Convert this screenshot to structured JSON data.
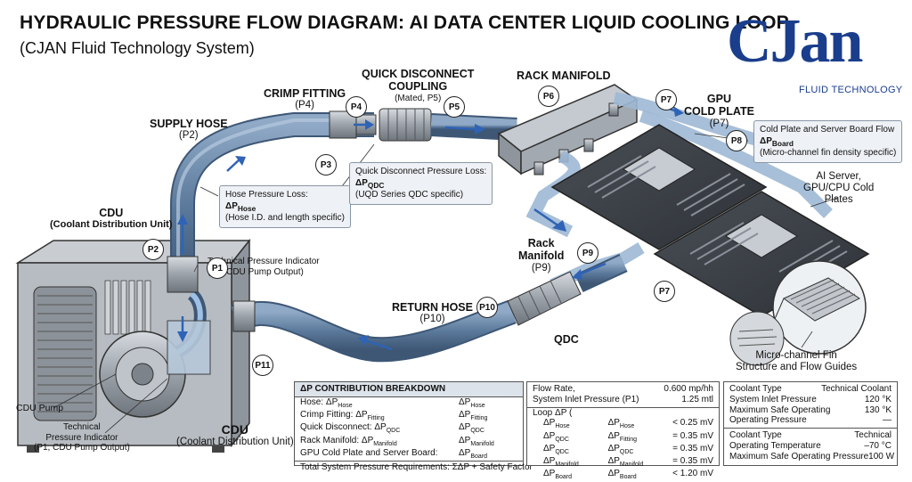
{
  "title": "HYDRAULIC PRESSURE FLOW DIAGRAM: AI DATA CENTER LIQUID COOLING LOOP",
  "subtitle": "(CJAN Fluid Technology System)",
  "logo": {
    "text": "CJan",
    "subtitle": "FLUID TECHNOLOGY",
    "color": "#1a3e8c"
  },
  "labels": {
    "cdu_top": "CDU",
    "cdu_top_sub": "(Coolant Distribution Unit)",
    "cdu_bottom": "CDU",
    "cdu_bottom_sub": "(Coolant Distribution Unit)",
    "supply_hose": "SUPPLY HOSE",
    "supply_hose_sub": "(P2)",
    "crimp_fitting": "CRIMP FITTING",
    "crimp_fitting_sub": "(P4)",
    "qdc_coupling_l1": "QUICK DISCONNECT",
    "qdc_coupling_l2": "COUPLING",
    "qdc_coupling_sub": "(Mated, P5)",
    "rack_manifold": "RACK MANIFOLD",
    "gpu_cold_plate_l1": "GPU",
    "gpu_cold_plate_l2": "COLD PLATE",
    "gpu_cold_plate_sub": "(P7)",
    "ai_server_l1": "AI Server,",
    "ai_server_l2": "GPU/CPU Cold",
    "ai_server_l3": "Plates",
    "rack_manifold2_l1": "Rack",
    "rack_manifold2_l2": "Manifold",
    "rack_manifold2_sub": "(P9)",
    "return_hose": "RETURN HOSE",
    "return_hose_sub": "(P10)",
    "qdc": "QDC",
    "microfin_l1": "Micro-channel Fin",
    "microfin_l2": "Structure and Flow Guides",
    "tech_pi_l1": "Technical Pressure Indicator",
    "tech_pi_l2": "(P1, CDU Pump Output)",
    "cdu_pump": "CDU Pump",
    "tech_pi2_l1": "Technical",
    "tech_pi2_l2": "Pressure Indicator",
    "tech_pi2_l3": "(P1, CDU Pump Output)"
  },
  "badges": [
    "P1",
    "P2",
    "P3",
    "P4",
    "P5",
    "P6",
    "P7",
    "P7",
    "P8",
    "P9",
    "P10",
    "P11"
  ],
  "callouts": {
    "hose": {
      "l1": "Hose Pressure Loss:",
      "l2": "ΔP",
      "l2sub": "Hose",
      "l3": "(Hose I.D. and length specific)"
    },
    "qdc": {
      "l1": "Quick Disconnect Pressure Loss:",
      "l2": "ΔP",
      "l2sub": "QDC",
      "l3": "(UQD Series QDC specific)"
    },
    "coldplate": {
      "l1": "Cold Plate and Server Board Flow",
      "l2": "ΔP",
      "l2sub": "Board",
      "l3": "(Micro-channel fin density specific)"
    }
  },
  "breakdown": {
    "header": "ΔP CONTRIBUTION BREAKDOWN",
    "rows": [
      {
        "left": "Hose: ΔP",
        "lsub": "Hose",
        "right": "ΔP",
        "rsub": "Hose"
      },
      {
        "left": "Crimp Fitting: ΔP",
        "lsub": "Fitting",
        "right": "ΔP",
        "rsub": "Fitting"
      },
      {
        "left": "Quick Disconnect: ΔP",
        "lsub": "QDC",
        "right": "ΔP",
        "rsub": "QDC"
      },
      {
        "left": "Rack Manifold: ΔP",
        "lsub": "Manifold",
        "right": "ΔP",
        "rsub": "Manifold"
      },
      {
        "left": "GPU Cold Plate and Server Board:",
        "lsub": "",
        "right": "ΔP",
        "rsub": "Board"
      }
    ],
    "total": "Total System Pressure Requirements:  ΣΔP + Safety Factor"
  },
  "flow": {
    "rows": [
      {
        "label": "Flow Rate,",
        "value": "0.600 mp/hh"
      },
      {
        "label": "System Inlet Pressure (P1)",
        "value": "1.25 mtl"
      }
    ],
    "loop_title": "Loop ΔP (",
    "loop": [
      {
        "a": "ΔP",
        "asub": "Hose",
        "b": "ΔP",
        "bsub": "Hose",
        "v": "< 0.25 mV"
      },
      {
        "a": "ΔP",
        "asub": "QDC",
        "b": "ΔP",
        "bsub": "Fitting",
        "v": "= 0.35 mV"
      },
      {
        "a": "ΔP",
        "asub": "QDC",
        "b": "ΔP",
        "bsub": "QDC",
        "v": "= 0.35 mV"
      },
      {
        "a": "ΔP",
        "asub": "Manifold",
        "b": "ΔP",
        "bsub": "Manifold",
        "v": "= 0.35 mV"
      },
      {
        "a": "ΔP",
        "asub": "Board",
        "b": "ΔP",
        "bsub": "Board",
        "v": "< 1.20 mV"
      }
    ]
  },
  "specs": {
    "block1": [
      {
        "label": "Coolant Type",
        "value": "Technical Coolant"
      },
      {
        "label": "System Inlet Pressure",
        "value": "120 °K"
      },
      {
        "label": "Maximum Safe Operating",
        "value": "130 °K"
      },
      {
        "label": "Operating Pressure",
        "value": "—"
      }
    ],
    "block2": [
      {
        "label": "Coolant Type",
        "value": "Technical"
      },
      {
        "label": "Operating Temperature",
        "value": "–70 °C"
      },
      {
        "label": "Maximum Safe Operating Pressure",
        "value": "100 W"
      }
    ]
  },
  "colors": {
    "pipe": "#5c7a9c",
    "pipe_light": "#a9c2dc",
    "flow_arrow": "#2f63b5",
    "metal": "#8e959c"
  }
}
